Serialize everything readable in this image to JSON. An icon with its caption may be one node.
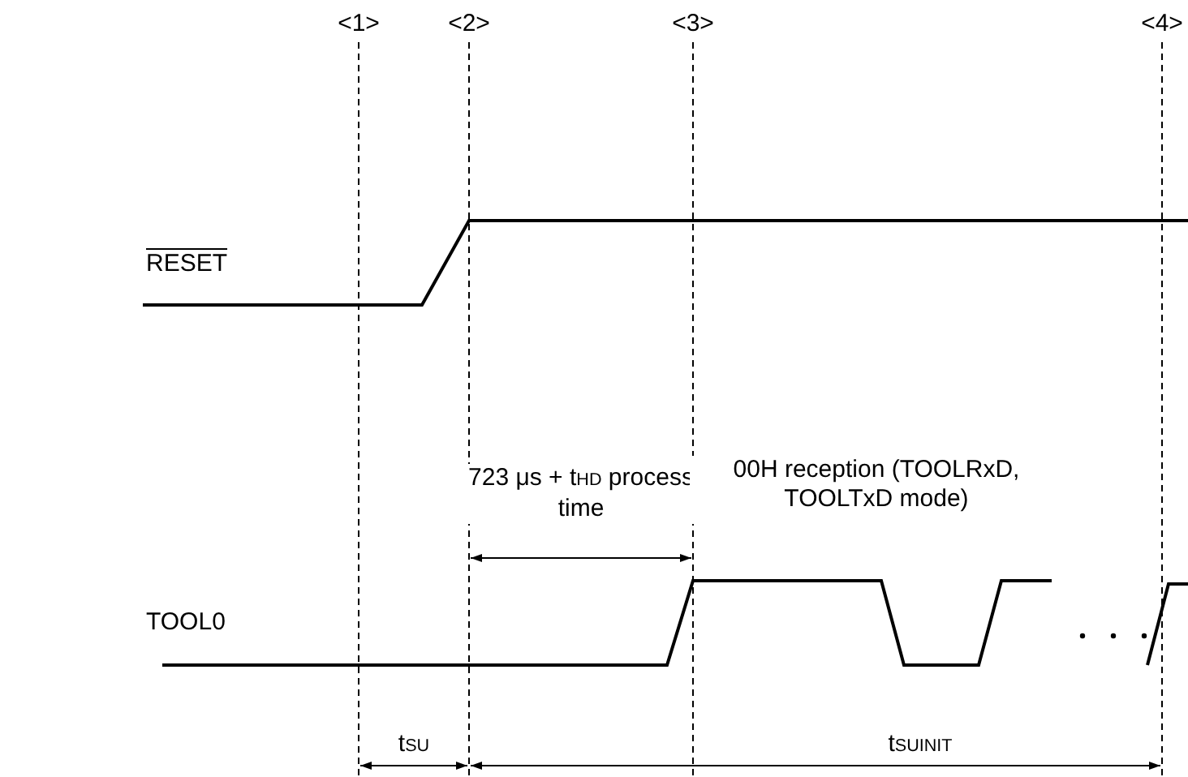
{
  "diagram": {
    "labels": [
      "<1>",
      "<2>",
      "<3>",
      "<4>",
      "RESET",
      "723 μs + t$_{HD}$ process time",
      "00H reception (TOOLRxD, TOOLTxD mode)",
      "TOOL0",
      "t$_{SU}$",
      "t$_{SUINIT}$"
    ]
  }
}
